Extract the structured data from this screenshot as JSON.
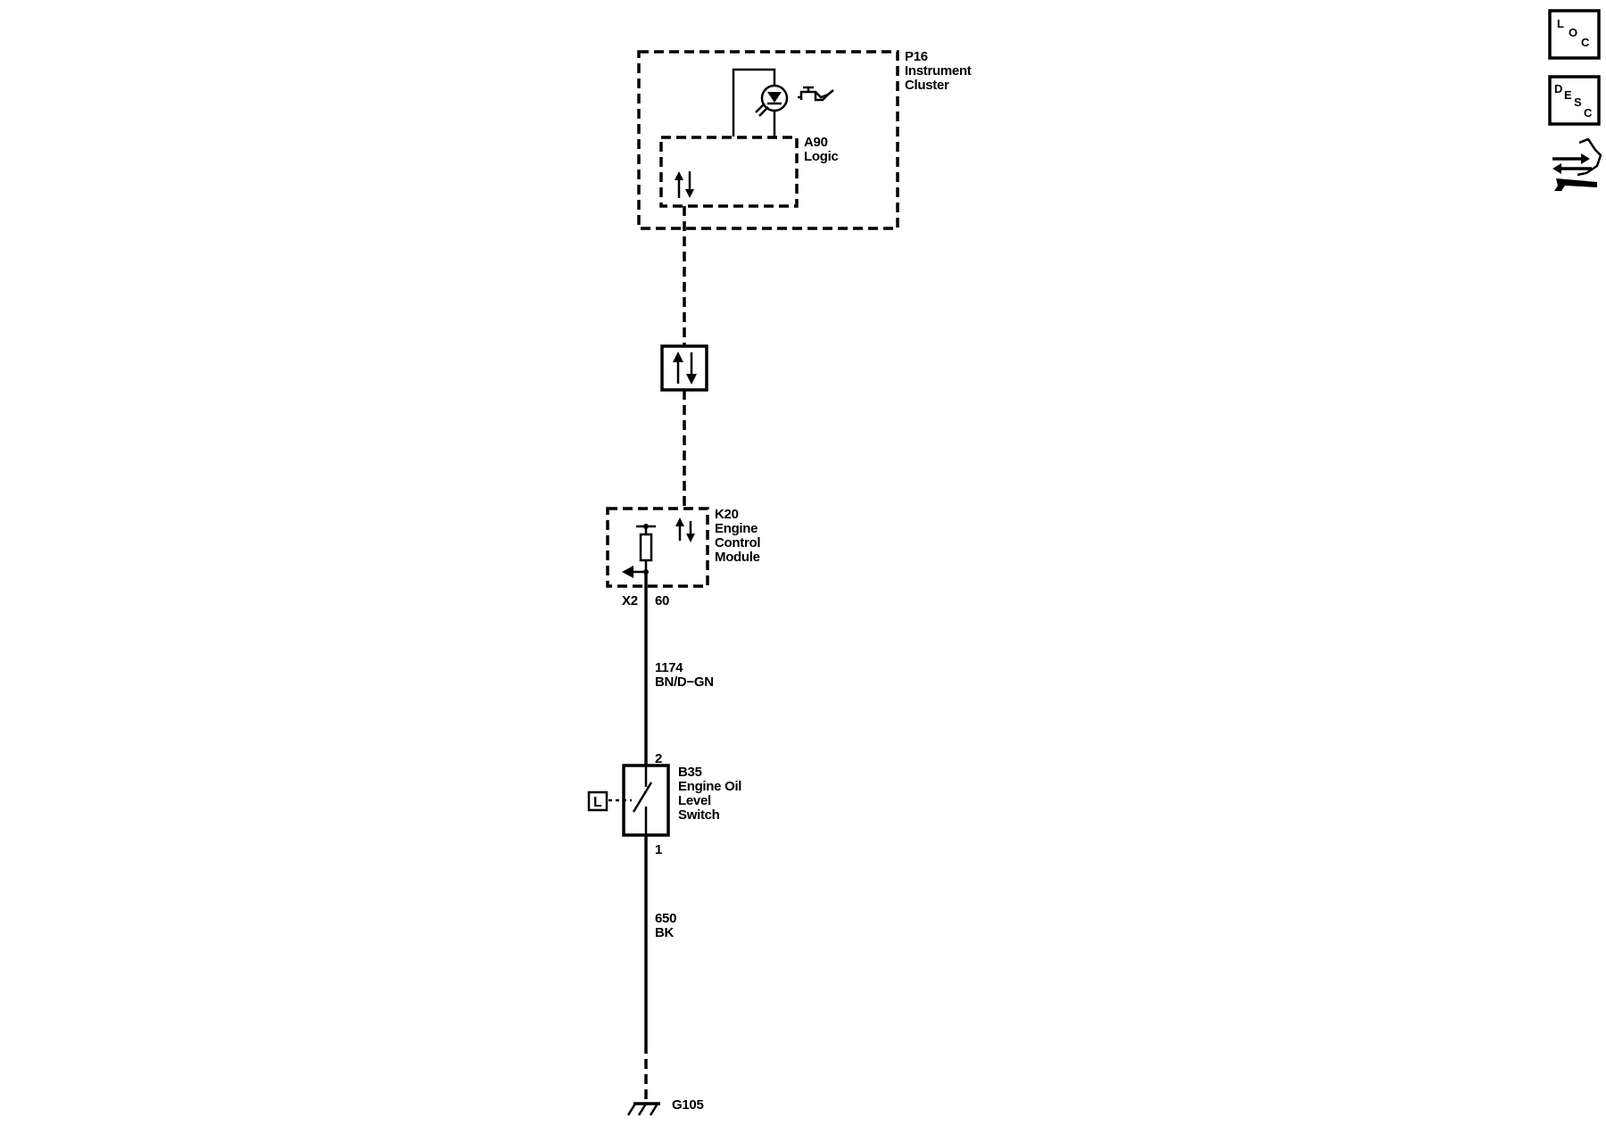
{
  "components": {
    "p16": {
      "id": "P16",
      "line1": "Instrument",
      "line2": "Cluster"
    },
    "a90": {
      "id": "A90",
      "line1": "Logic"
    },
    "k20": {
      "id": "K20",
      "line1": "Engine",
      "line2": "Control",
      "line3": "Module"
    },
    "b35": {
      "id": "B35",
      "line1": "Engine Oil",
      "line2": "Level",
      "line3": "Switch"
    },
    "ground": {
      "id": "G105"
    }
  },
  "connector": {
    "id": "X2",
    "pin": "60"
  },
  "switch_pins": {
    "top": "2",
    "bottom": "1"
  },
  "wires": {
    "upper": {
      "circuit": "1174",
      "color": "BN/D−GN"
    },
    "lower": {
      "circuit": "650",
      "color": "BK"
    }
  },
  "location_symbol": {
    "letter": "L"
  },
  "side_icons": {
    "loc": {
      "l1": "L",
      "l2": "O",
      "l3": "C"
    },
    "desc": {
      "l1": "D",
      "l2": "E",
      "l3": "S",
      "l4": "C"
    },
    "service": {
      "name": "hand-wrench-icon"
    }
  },
  "colors": {
    "ink": "#000000",
    "background": "#ffffff"
  }
}
